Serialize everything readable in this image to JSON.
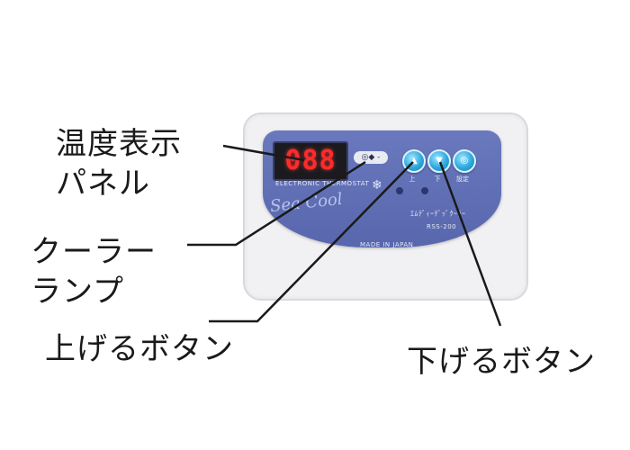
{
  "labels": {
    "display_panel": "温度表示\nパネル",
    "cooler_lamp": "クーラー\nランプ",
    "up_button": "上げるボタン",
    "down_button": "下げるボタン"
  },
  "device": {
    "display_value": "088",
    "mode_badge": "◎◆ ‐",
    "fine_print": "ELECTRONIC THERMOSTAT",
    "logo": "Sea Cool",
    "caption": "ｴﾑﾃﾞｨｰﾃﾞｯﾞｸｰﾗｰ",
    "model": "RSS-200",
    "bottom_text": "MADE IN JAPAN",
    "buttons": {
      "up_symbol": "▲",
      "down_symbol": "▼",
      "set_symbol": "◎",
      "up_label": "上",
      "down_label": "下",
      "set_label": "設定"
    },
    "colors": {
      "panel": "#5a69b0",
      "button": "#2ea8dd",
      "led": "#ff2a2a",
      "housing": "#f1f1f3"
    }
  }
}
